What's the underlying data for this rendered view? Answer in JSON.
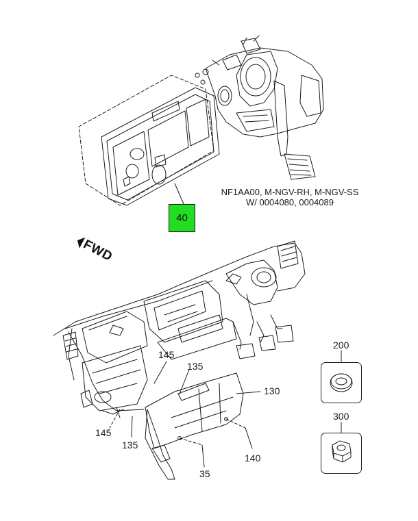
{
  "variant_note": {
    "line1": "NF1AA00, M-NGV-RH, M-NGV-SS",
    "line2": "W/ 0004080, 0004089"
  },
  "direction_label": "FWD",
  "hotspot_callout": "40",
  "callouts": {
    "c145_top": "145",
    "c135_top": "135",
    "c130": "130",
    "c145_left": "145",
    "c135_bottom": "135",
    "c140": "140",
    "c35": "35",
    "c200": "200",
    "c300": "300"
  },
  "colors": {
    "hotspot_fill": "#22dd22",
    "line_art": "#1a1a1a"
  },
  "icons": [
    "washer-icon",
    "hex-nut-icon"
  ]
}
